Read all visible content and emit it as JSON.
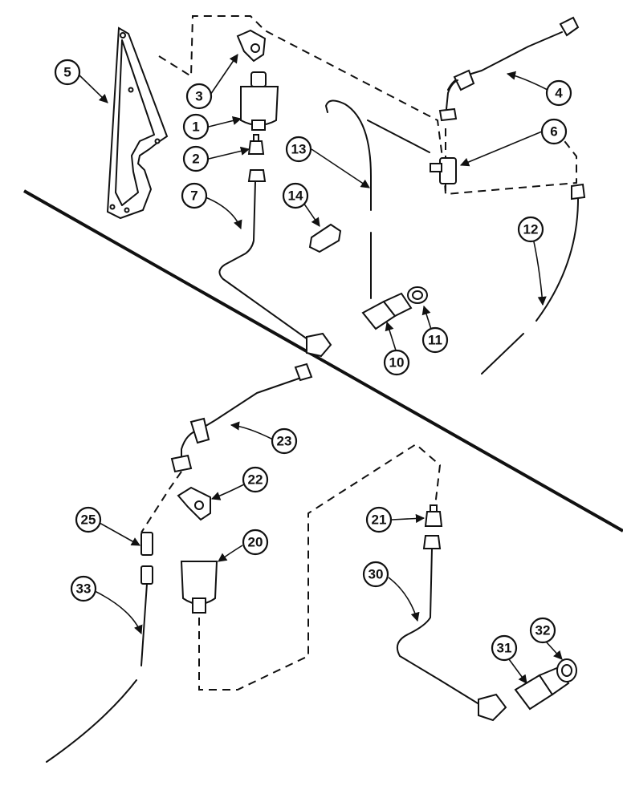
{
  "callouts": {
    "c1": "1",
    "c2": "2",
    "c3": "3",
    "c4": "4",
    "c5": "5",
    "c6": "6",
    "c7": "7",
    "c10": "10",
    "c11": "11",
    "c12": "12",
    "c13": "13",
    "c14": "14",
    "c20": "20",
    "c21": "21",
    "c22": "22",
    "c23": "23",
    "c25": "25",
    "c30": "30",
    "c31": "31",
    "c32": "32",
    "c33": "33"
  }
}
